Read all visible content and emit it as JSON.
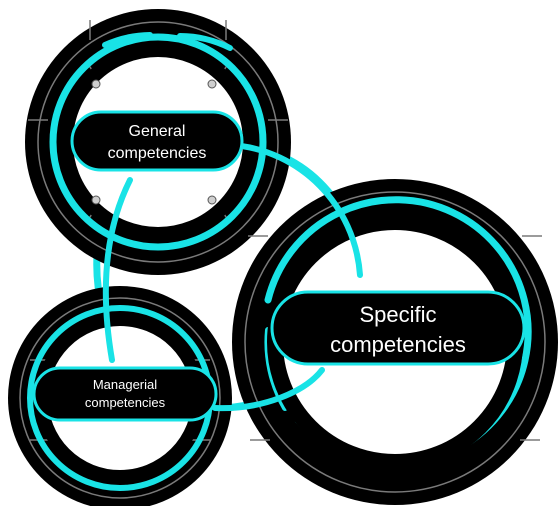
{
  "colors": {
    "ring": "#000000",
    "accent": "#19e3e6",
    "pill_fill": "#000000",
    "pill_text": "#ffffff",
    "background": "#ffffff"
  },
  "nodes": {
    "general": {
      "line1": "General",
      "line2": "competencies"
    },
    "specific": {
      "line1": "Specific",
      "line2": "competencies"
    },
    "managerial": {
      "line1": "Managerial",
      "line2": "competencies"
    }
  }
}
